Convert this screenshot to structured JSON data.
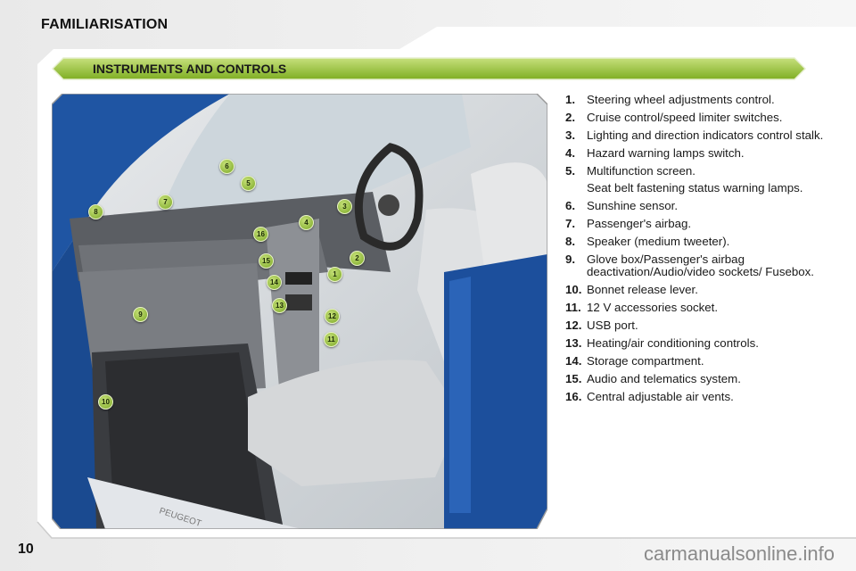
{
  "header": {
    "section": "FAMILIARISATION",
    "banner": "INSTRUMENTS AND CONTROLS"
  },
  "colors": {
    "accent_green": "#8dbb2c",
    "car_blue": "#1c4f9c"
  },
  "callouts": [
    "1",
    "2",
    "3",
    "4",
    "5",
    "6",
    "7",
    "8",
    "9",
    "10",
    "11",
    "12",
    "13",
    "14",
    "15",
    "16"
  ],
  "items": [
    {
      "num": "1.",
      "text": "Steering wheel adjustments control."
    },
    {
      "num": "2.",
      "text": "Cruise control/speed limiter switches."
    },
    {
      "num": "3.",
      "text": "Lighting and direction indicators control stalk."
    },
    {
      "num": "4.",
      "text": "Hazard warning lamps switch."
    },
    {
      "num": "5.",
      "text": "Multifunction screen.",
      "sub": "Seat belt fastening status warning lamps."
    },
    {
      "num": "6.",
      "text": "Sunshine sensor."
    },
    {
      "num": "7.",
      "text": "Passenger's airbag."
    },
    {
      "num": "8.",
      "text": "Speaker (medium tweeter)."
    },
    {
      "num": "9.",
      "text": "Glove box/Passenger's airbag deactivation/Audio/video sockets/ Fusebox."
    },
    {
      "num": "10.",
      "text": "Bonnet release lever."
    },
    {
      "num": "11.",
      "text": "12 V accessories socket."
    },
    {
      "num": "12.",
      "text": "USB port."
    },
    {
      "num": "13.",
      "text": "Heating/air conditioning controls."
    },
    {
      "num": "14.",
      "text": "Storage compartment."
    },
    {
      "num": "15.",
      "text": "Audio and telematics system."
    },
    {
      "num": "16.",
      "text": "Central adjustable air vents."
    }
  ],
  "footer": {
    "page": "10",
    "watermark": "carmanualsonline.info"
  }
}
